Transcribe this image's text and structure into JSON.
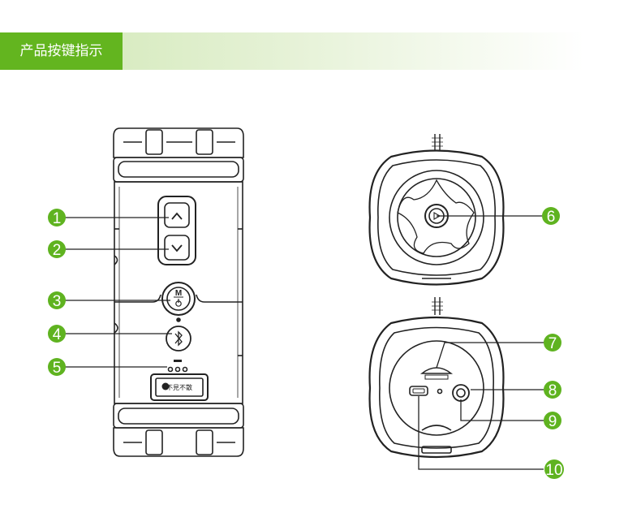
{
  "header": {
    "title": "产品按键指示"
  },
  "product_label": {
    "brand": "不見不散"
  },
  "callouts": [
    "1",
    "2",
    "3",
    "4",
    "5",
    "6",
    "7",
    "8",
    "9",
    "10"
  ],
  "button_labels": {
    "up": "∧",
    "down": "∨",
    "mode": "M"
  },
  "colors": {
    "accent": "#63b51f",
    "callout": "#5fb320",
    "line": "#222222"
  }
}
